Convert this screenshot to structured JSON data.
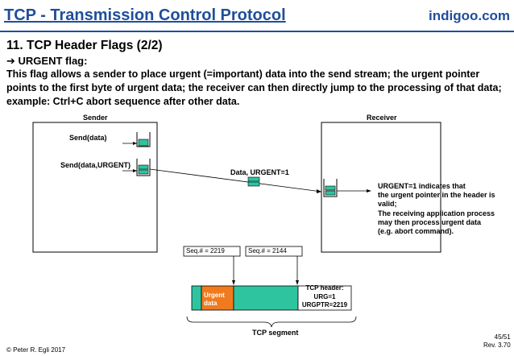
{
  "header": {
    "title": "TCP - Transmission Control Protocol",
    "brand": "indigoo.com"
  },
  "section": {
    "heading": "11. TCP Header Flags (2/2)",
    "subheading": "➔ URGENT flag:",
    "description": "This flag allows a sender to place urgent (=important) data into the send stream; the urgent pointer points to the first byte of urgent data; the receiver can then directly jump to the processing of that data; example: Ctrl+C abort sequence after other data."
  },
  "diagram": {
    "sender_label": "Sender",
    "receiver_label": "Receiver",
    "send_data_label": "Send(data)",
    "send_urgent_label": "Send(data,URGENT)",
    "segment_label": "Data, URGENT=1",
    "receiver_note": [
      "URGENT=1 indicates that",
      "the urgent pointer in the header is",
      "valid;",
      "The receiving application process",
      "may then process urgent data",
      "(e.g. abort command)."
    ],
    "seq_left": "Seq.# = 2219",
    "seq_right": "Seq.# = 2144",
    "urgent_block_lines": [
      "Urgent",
      "data"
    ],
    "tcp_header_lines": [
      "TCP header:",
      "URG=1",
      "URGPTR=2219"
    ],
    "tcp_segment_label": "TCP segment",
    "colors": {
      "teal": "#2ec4a0",
      "orange": "#f07b1e",
      "title_blue": "#1f4e9c"
    }
  },
  "footer": {
    "copyright": "© Peter R. Egli 2017",
    "page": "45/51",
    "revision": "Rev. 3.70"
  }
}
